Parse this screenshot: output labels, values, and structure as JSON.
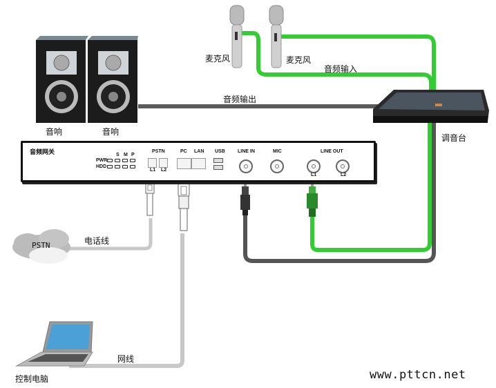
{
  "diagram": {
    "title": "音频网关 connection diagram",
    "nodes": {
      "speaker_left": "音响",
      "speaker_right": "音响",
      "mic_left": "麦克风",
      "mic_right": "麦克风",
      "mixer": "调音台",
      "pstn_cloud": "PSTN",
      "laptop": "控制电脑"
    },
    "edges": {
      "audio_input": "音频输入",
      "audio_output": "音频输出",
      "phone_line": "电话线",
      "network_cable": "网线"
    },
    "gateway": {
      "title": "音频网关",
      "leds_row1": "PWR",
      "leds_row2": "HDD",
      "led_s": "S",
      "led_m": "M",
      "led_p": "P",
      "pstn": "PSTN",
      "pstn_l1": "L1",
      "pstn_l2": "L2",
      "pc": "PC",
      "lan": "LAN",
      "usb": "USB",
      "line_in": "LINE IN",
      "mic": "MIC",
      "line_out": "LINE OUT",
      "line_out_l1": "L1",
      "line_out_l2": "L2"
    },
    "colors": {
      "audio_in_cable": "#33cc33",
      "audio_out_cable": "#555555",
      "phone_cable": "#c8c8c8",
      "network_cable": "#c8c8c8"
    },
    "watermark": "www.pttcn.net"
  }
}
